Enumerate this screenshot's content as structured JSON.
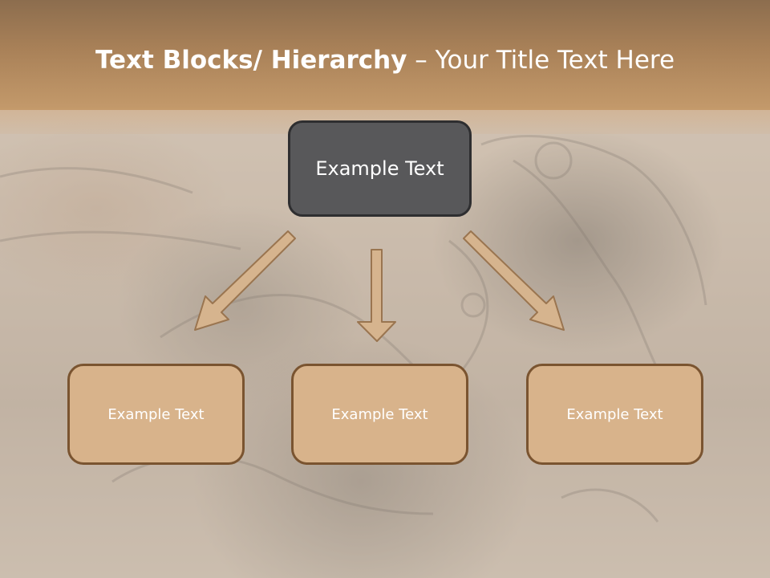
{
  "slide": {
    "title": {
      "bold": "Text Blocks/ Hierarchy",
      "dash": " – ",
      "rest": "Your Title Text Here"
    }
  },
  "diagram": {
    "root": {
      "label": "Example Text"
    },
    "children": [
      {
        "label": "Example Text"
      },
      {
        "label": "Example Text"
      },
      {
        "label": "Example Text"
      }
    ]
  },
  "colors": {
    "title_bar": "#a98158",
    "root_fill": "#58585a",
    "child_fill": "#d8b38b",
    "child_border": "#7a5430",
    "arrow_fill": "#d6b48e"
  }
}
